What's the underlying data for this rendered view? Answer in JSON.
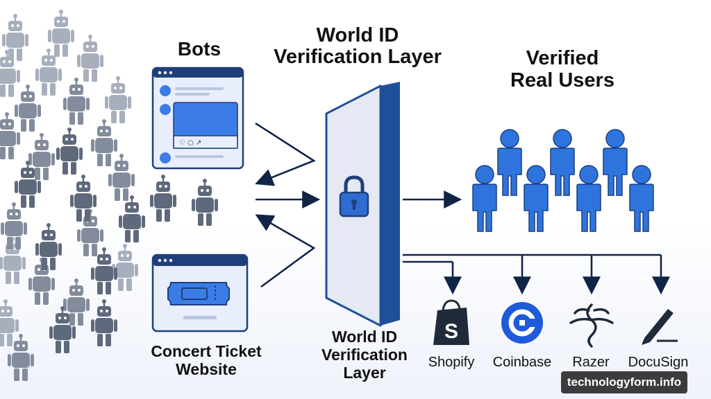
{
  "labels": {
    "bots": "Bots",
    "center_title_line1": "World ID",
    "center_title_line2": "Verification Layer",
    "verified_line1": "Verified",
    "verified_line2": "Real Users",
    "concert_line1": "Concert Ticket",
    "concert_line2": "Website",
    "layer_line1": "World ID",
    "layer_line2": "Verification",
    "layer_line3": "Layer"
  },
  "partners": [
    {
      "name": "Shopify",
      "icon": "shopping-bag-icon"
    },
    {
      "name": "Coinbase",
      "icon": "coinbase-logo-icon"
    },
    {
      "name": "Razer",
      "icon": "razer-snake-icon"
    },
    {
      "name": "DocuSign",
      "icon": "pen-signature-icon"
    }
  ],
  "watermark": "technologyform.info",
  "colors": {
    "robot": "#6b7588",
    "robot_faded": "#9aa3b2",
    "wall_front": "#e4e9f3",
    "wall_side": "#1f4f9a",
    "user": "#2f74dd",
    "arrow": "#0f2447",
    "window_bg": "#e8eefb",
    "accent": "#3b7ce6"
  }
}
